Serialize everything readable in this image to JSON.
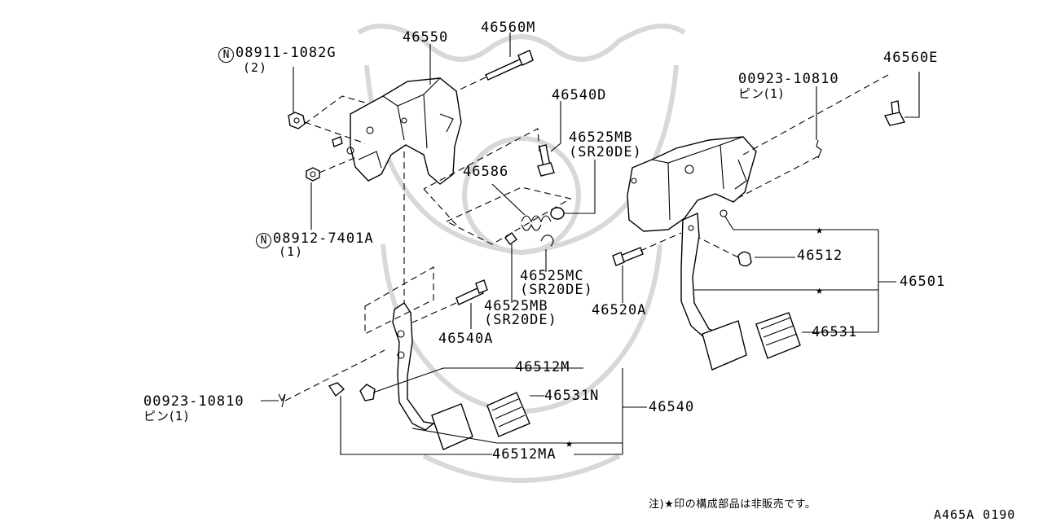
{
  "labels": {
    "p08911": "08911-1082G",
    "p08911_qty": "(2)",
    "p46550": "46550",
    "p46560M": "46560M",
    "p46540D": "46540D",
    "p46525MB_a": "46525MB",
    "p46525MB_a_note": "(SR20DE)",
    "p46586": "46586",
    "p08912": "08912-7401A",
    "p08912_qty": "(1)",
    "p46525MC": "46525MC",
    "p46525MC_note": "(SR20DE)",
    "p46525MB_b": "46525MB",
    "p46525MB_b_note": "(SR20DE)",
    "p46540A": "46540A",
    "p46520A": "46520A",
    "p00923_top": "00923-10810",
    "p00923_top_note": "ピン(1)",
    "p46560E": "46560E",
    "p46512": "46512",
    "p46501": "46501",
    "p46531": "46531",
    "p46512M": "46512M",
    "p46531N": "46531N",
    "p46540": "46540",
    "p46512MA": "46512MA",
    "p00923_bottom": "00923-10810",
    "p00923_bottom_note": "ピン(1)",
    "n_symbol": "N",
    "star": "★"
  },
  "footer": {
    "note": "注)★印の構成部品は非販売です。",
    "code": "A465A 0190"
  }
}
